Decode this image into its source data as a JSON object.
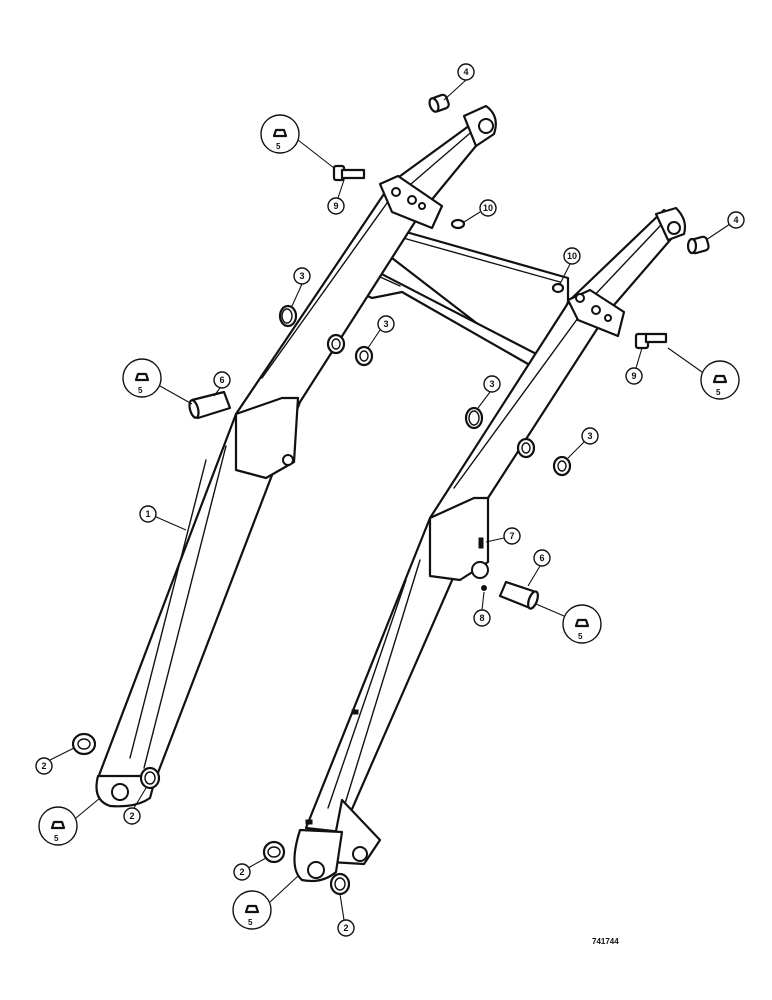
{
  "figure_code": "741744",
  "callouts": {
    "c1": "1",
    "c2a": "2",
    "c2b": "2",
    "c2c": "2",
    "c2d": "2",
    "c3a": "3",
    "c3b": "3",
    "c3c": "3",
    "c3d": "3",
    "c4a": "4",
    "c4b": "4",
    "c5a": "5",
    "c5b": "5",
    "c5c": "5",
    "c5d": "5",
    "c5e": "5",
    "c6a": "6",
    "c6b": "6",
    "c7": "7",
    "c8": "8",
    "c9a": "9",
    "c9b": "9",
    "c10a": "10",
    "c10b": "10"
  }
}
